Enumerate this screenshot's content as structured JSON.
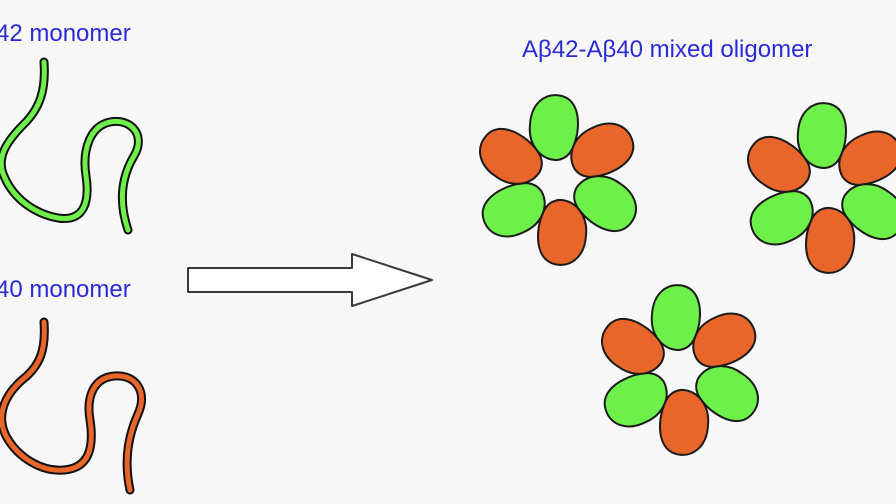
{
  "labels": {
    "monomer_42": "42 monomer",
    "monomer_40": "40 monomer",
    "oligomer": "Aβ42-Aβ40 mixed oligomer"
  },
  "colors": {
    "label_text": "#2b2bd6",
    "green_fill": "#6ef04a",
    "orange_fill": "#e8662a",
    "outline": "#1b1b1b",
    "arrow_fill": "#ffffff",
    "background": "#f7f7f7"
  }
}
